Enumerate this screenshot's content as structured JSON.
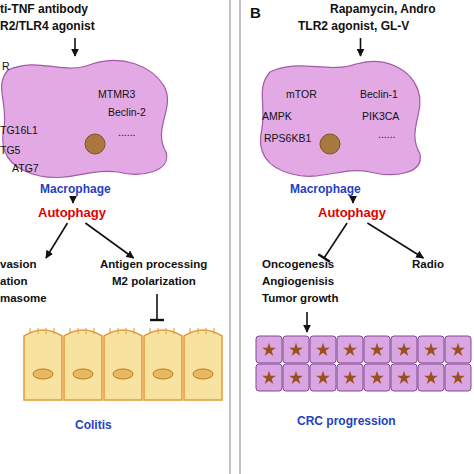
{
  "diagram": {
    "nodes": [
      {
        "text": [
          "ti-TNF antibody",
          "R2/TLR4 agonist"
        ]
      },
      {
        "text": [
          "R",
          "MTMR3",
          "Beclin-2",
          "TG16L1",
          "TG5",
          "ATG7",
          "......",
          "Macrophage"
        ]
      },
      {
        "text": [
          "Autophagy"
        ]
      },
      {
        "text": [
          "vasion",
          "ation",
          "masome"
        ]
      },
      {
        "text": [
          "Antigen processing",
          "M2 polarization"
        ]
      },
      {
        "text": [
          "Colitis"
        ]
      },
      {
        "text": [
          "Rapamycin, Andro",
          "TLR2 agonist, GL-V"
        ]
      },
      {
        "text": [
          "mTOR",
          "AMPK",
          "RPS6KB1",
          "Beclin-1",
          "PIK3CA",
          "......",
          "Macrophage"
        ]
      },
      {
        "text": [
          "Autophagy"
        ]
      },
      {
        "text": [
          "Oncogenesis",
          "Angiogenisis",
          "Tumor growth"
        ]
      },
      {
        "text": [
          "Radio"
        ]
      },
      {
        "text": [
          "CRC progression"
        ]
      }
    ],
    "edges": [
      {
        "from": 0,
        "to": 1,
        "arrow": "to"
      },
      {
        "from": 1,
        "to": 2,
        "arrow": "to"
      },
      {
        "from": 2,
        "to": 3,
        "arrow": "to"
      },
      {
        "from": 2,
        "to": 4,
        "arrow": "to"
      },
      {
        "from": 4,
        "to": 5,
        "arrow": "to"
      },
      {
        "from": 6,
        "to": 7,
        "arrow": "to"
      },
      {
        "from": 7,
        "to": 8,
        "arrow": "to"
      },
      {
        "from": 8,
        "to": 9,
        "arrow": "to"
      },
      {
        "from": 8,
        "to": 10,
        "arrow": "to"
      },
      {
        "from": 9,
        "to": 11,
        "arrow": "to"
      }
    ],
    "labels": [
      "B"
    ]
  }
}
